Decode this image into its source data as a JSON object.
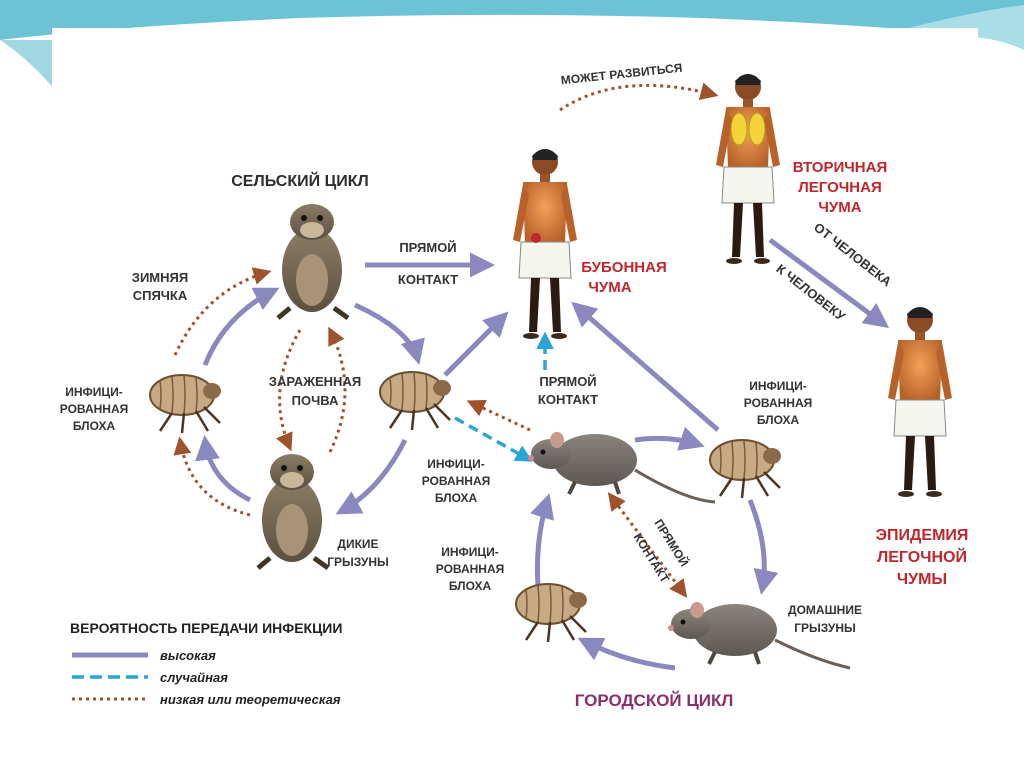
{
  "colors": {
    "arrow_high": "#8b88bf",
    "arrow_random": "#2aa6d6",
    "arrow_low": "#a0522d",
    "accent_red": "#c0262b",
    "city_title": "#8b2f6b",
    "slide_bg_teal": "#6cc3d5"
  },
  "titles": {
    "rural_cycle": "СЕЛЬСКИЙ ЦИКЛ",
    "urban_cycle": "ГОРОДСКОЙ ЦИКЛ"
  },
  "labels": {
    "may_develop": "МОЖЕТ РАЗВИТЬСЯ",
    "direct_contact_1_a": "ПРЯМОЙ",
    "direct_contact_1_b": "КОНТАКТ",
    "direct_contact_2_a": "ПРЯМОЙ",
    "direct_contact_2_b": "КОНТАКТ",
    "direct_contact_3_a": "ПРЯМОЙ",
    "direct_contact_3_b": "КОНТАКТ",
    "bubonic_a": "БУБОННАЯ",
    "bubonic_b": "ЧУМА",
    "secondary_a": "ВТОРИЧНАЯ",
    "secondary_b": "ЛЕГОЧНАЯ",
    "secondary_c": "ЧУМА",
    "from_person": "ОТ ЧЕЛОВЕКА",
    "to_person": "К ЧЕЛОВЕКУ",
    "epidemic_a": "ЭПИДЕМИЯ",
    "epidemic_b": "ЛЕГОЧНОЙ",
    "epidemic_c": "ЧУМЫ",
    "hibernation_a": "ЗИМНЯЯ",
    "hibernation_b": "СПЯЧКА",
    "soil_a": "ЗАРАЖЕННАЯ",
    "soil_b": "ПОЧВА",
    "wild_rodents_a": "ДИКИЕ",
    "wild_rodents_b": "ГРЫЗУНЫ",
    "domestic_rodents_a": "ДОМАШНИЕ",
    "domestic_rodents_b": "ГРЫЗУНЫ",
    "flea_left_a": "ИНФИЦИ-",
    "flea_left_b": "РОВАННАЯ",
    "flea_left_c": "БЛОХА",
    "flea_mid_a": "ИНФИЦИ-",
    "flea_mid_b": "РОВАННАЯ",
    "flea_mid_c": "БЛОХА",
    "flea_right_a": "ИНФИЦИ-",
    "flea_right_b": "РОВАННАЯ",
    "flea_right_c": "БЛОХА",
    "flea_bottom_a": "ИНФИЦИ-",
    "flea_bottom_b": "РОВАННАЯ",
    "flea_bottom_c": "БЛОХА"
  },
  "legend": {
    "title": "ВЕРОЯТНОСТЬ ПЕРЕДАЧИ ИНФЕКЦИИ",
    "items": [
      {
        "label": "высокая",
        "style": "solid"
      },
      {
        "label": "случайная",
        "style": "dashed"
      },
      {
        "label": "низкая или теоретическая",
        "style": "dotted"
      }
    ]
  },
  "icons": [
    "human-figure",
    "human-figure-lungs",
    "gopher",
    "flea",
    "rat"
  ]
}
